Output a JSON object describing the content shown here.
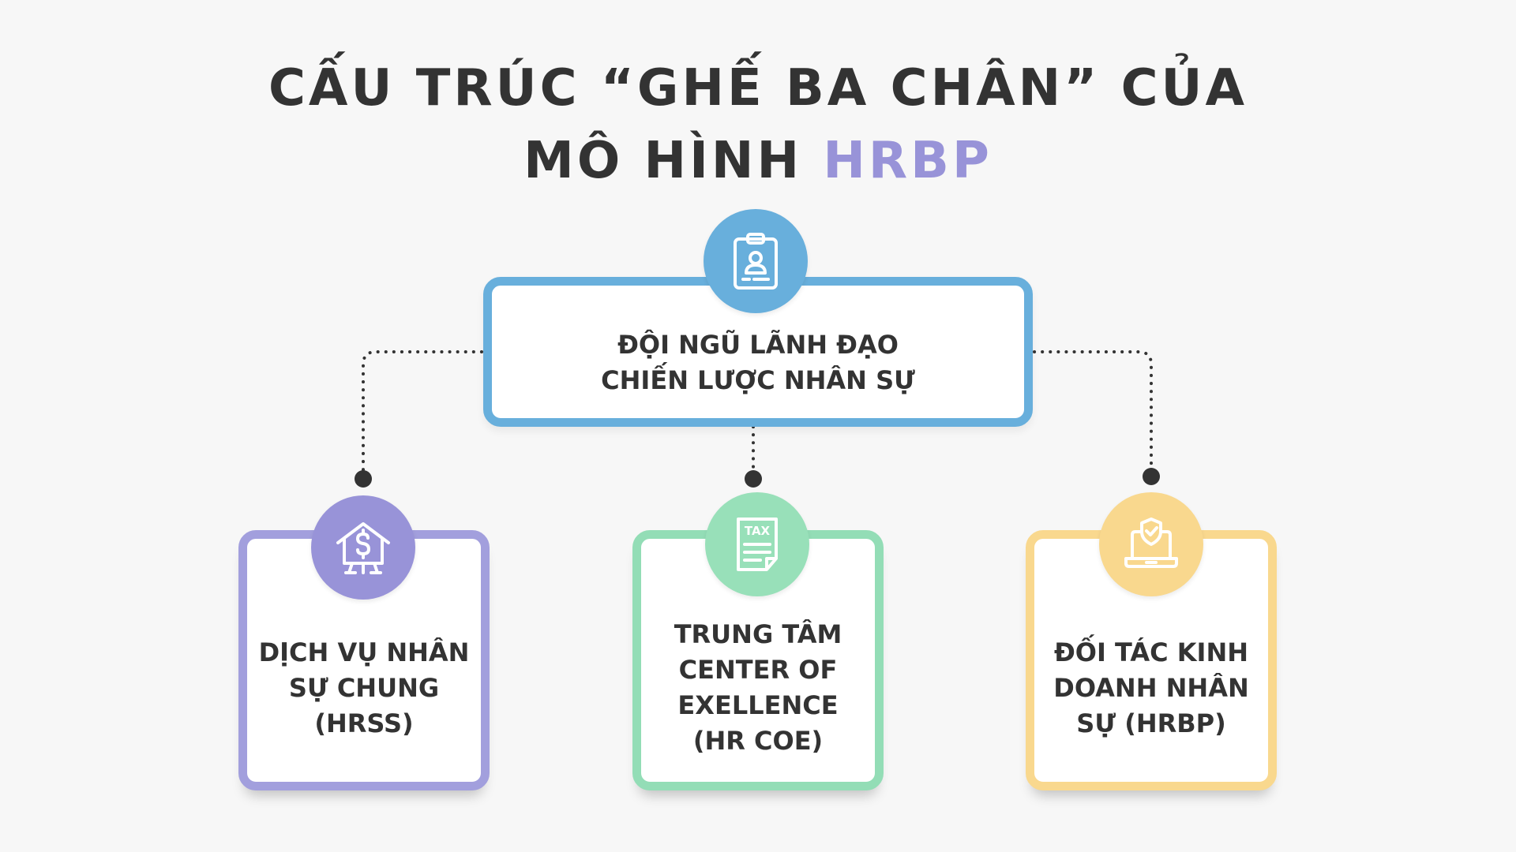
{
  "title": {
    "line1": "CẤU TRÚC “GHẾ BA CHÂN” CỦA",
    "line2_prefix": "MÔ HÌNH ",
    "line2_highlight": "HRBP"
  },
  "top_node": {
    "label": "ĐỘI NGŨ LÃNH ĐẠO\nCHIẾN LƯỢC NHÂN SỰ",
    "icon": "clipboard-user-icon",
    "color": "#68afdc"
  },
  "bottom_nodes": [
    {
      "label": "DỊCH VỤ NHÂN\nSỰ CHUNG\n(HRSS)",
      "icon": "house-dollar-icon",
      "color": "#a29fdd"
    },
    {
      "label": "TRUNG TÂM\nCENTER OF\nEXELLENCE\n(HR COE)",
      "icon": "tax-document-icon",
      "icon_text": "TAX",
      "color": "#93ddb6"
    },
    {
      "label": "ĐỐI TÁC KINH\nDOANH NHÂN\nSỰ (HRBP)",
      "icon": "laptop-shield-icon",
      "color": "#f9d88e"
    }
  ],
  "colors": {
    "title_text": "#333333",
    "title_highlight": "#9893d8",
    "connector": "#333333",
    "background": "#f7f7f7"
  }
}
